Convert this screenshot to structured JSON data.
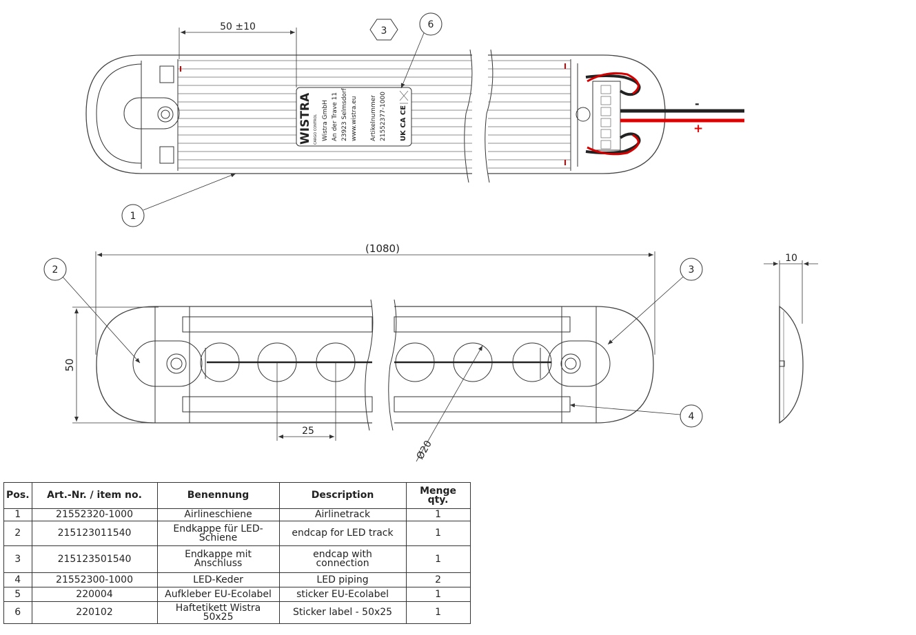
{
  "top_view": {
    "dimension_label": "50 ±10",
    "label_brand": "WISTRA",
    "label_brand_sub": "CARGO CONTROL",
    "label_lines": [
      "Wistra GmbH",
      "An der Trave 11",
      "23923 Selmsdorf",
      "www.wistra.eu",
      "Artikelnummer",
      "21552377-1000"
    ],
    "label_marks": "UK CA  CE",
    "wire_minus": "-",
    "wire_plus": "+",
    "callouts": [
      "1",
      "3",
      "6"
    ]
  },
  "front_view": {
    "overall_dimension": "1080",
    "height_dimension": "50",
    "pitch_dimension": "25",
    "diameter_dimension": "Ø20",
    "callouts": [
      "2",
      "3",
      "4"
    ]
  },
  "side_view": {
    "thickness_dimension": "10"
  },
  "bom": {
    "headers": {
      "pos": "Pos.",
      "art_nr": "Art.-Nr. / item no.",
      "benennung": "Benennung",
      "description": "Description",
      "menge_1": "Menge",
      "menge_2": "qty."
    },
    "rows": [
      {
        "pos": "1",
        "art_nr": "21552320-1000",
        "benennung": [
          "Airlineschiene"
        ],
        "description": [
          "Airlinetrack"
        ],
        "qty": "1"
      },
      {
        "pos": "2",
        "art_nr": "215123011540",
        "benennung": [
          "Endkappe für LED-",
          "Schiene"
        ],
        "description": [
          "endcap for LED track"
        ],
        "qty": "1"
      },
      {
        "pos": "3",
        "art_nr": "215123501540",
        "benennung": [
          "Endkappe mit",
          "Anschluss"
        ],
        "description": [
          "endcap with",
          "connection"
        ],
        "qty": "1"
      },
      {
        "pos": "4",
        "art_nr": "21552300-1000",
        "benennung": [
          "LED-Keder"
        ],
        "description": [
          "LED piping"
        ],
        "qty": "2"
      },
      {
        "pos": "5",
        "art_nr": "220004",
        "benennung": [
          "Aufkleber EU-Ecolabel"
        ],
        "description": [
          "sticker EU-Ecolabel"
        ],
        "qty": "1"
      },
      {
        "pos": "6",
        "art_nr": "220102",
        "benennung": [
          "Haftetikett Wistra",
          "50x25"
        ],
        "description": [
          "Sticker label - 50x25"
        ],
        "qty": "1"
      }
    ]
  }
}
